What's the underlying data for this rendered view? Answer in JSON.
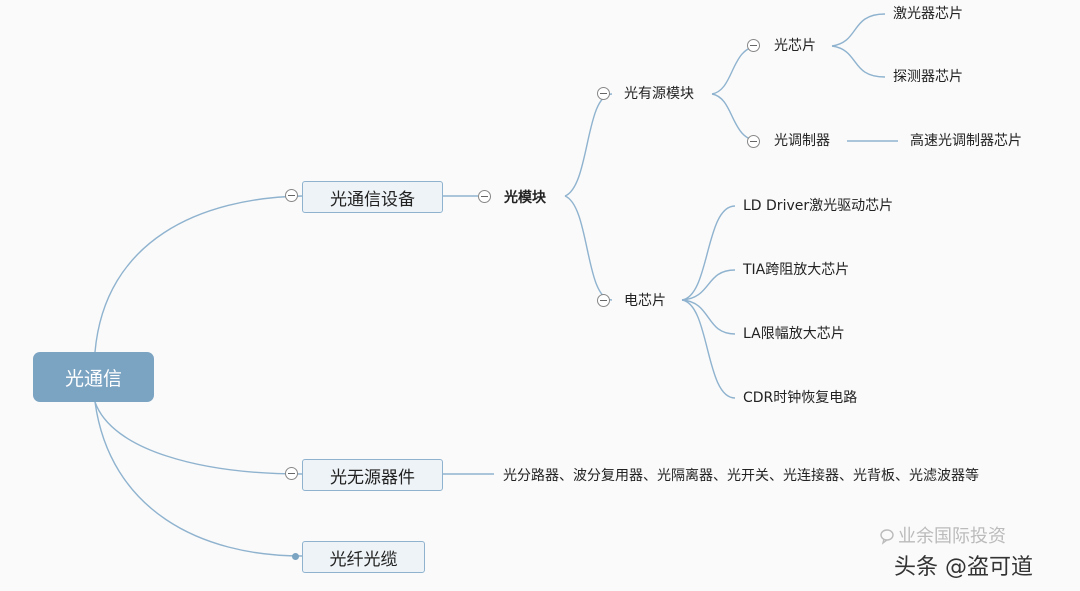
{
  "root": "光通信",
  "level1": {
    "equipment": "光通信设备",
    "passive": "光无源器件",
    "fiber": "光纤光缆"
  },
  "module": "光模块",
  "active_module": "光有源模块",
  "optical_chip": "光芯片",
  "optical_chip_children": [
    "激光器芯片",
    "探测器芯片"
  ],
  "modulator": "光调制器",
  "modulator_child": "高速光调制器芯片",
  "electrical_chip": "电芯片",
  "electrical_chip_children": [
    "LD Driver激光驱动芯片",
    "TIA跨阻放大芯片",
    "LA限幅放大芯片",
    "CDR时钟恢复电路"
  ],
  "passive_items": "光分路器、波分复用器、光隔离器、光开关、光连接器、光背板、光滤波器等",
  "watermark": {
    "faint": "业余国际投资",
    "main": "头条 @盗可道"
  },
  "colors": {
    "root_fill": "#7ba3c2",
    "link": "#8fb3cf",
    "box_fill": "#eef3f7"
  }
}
